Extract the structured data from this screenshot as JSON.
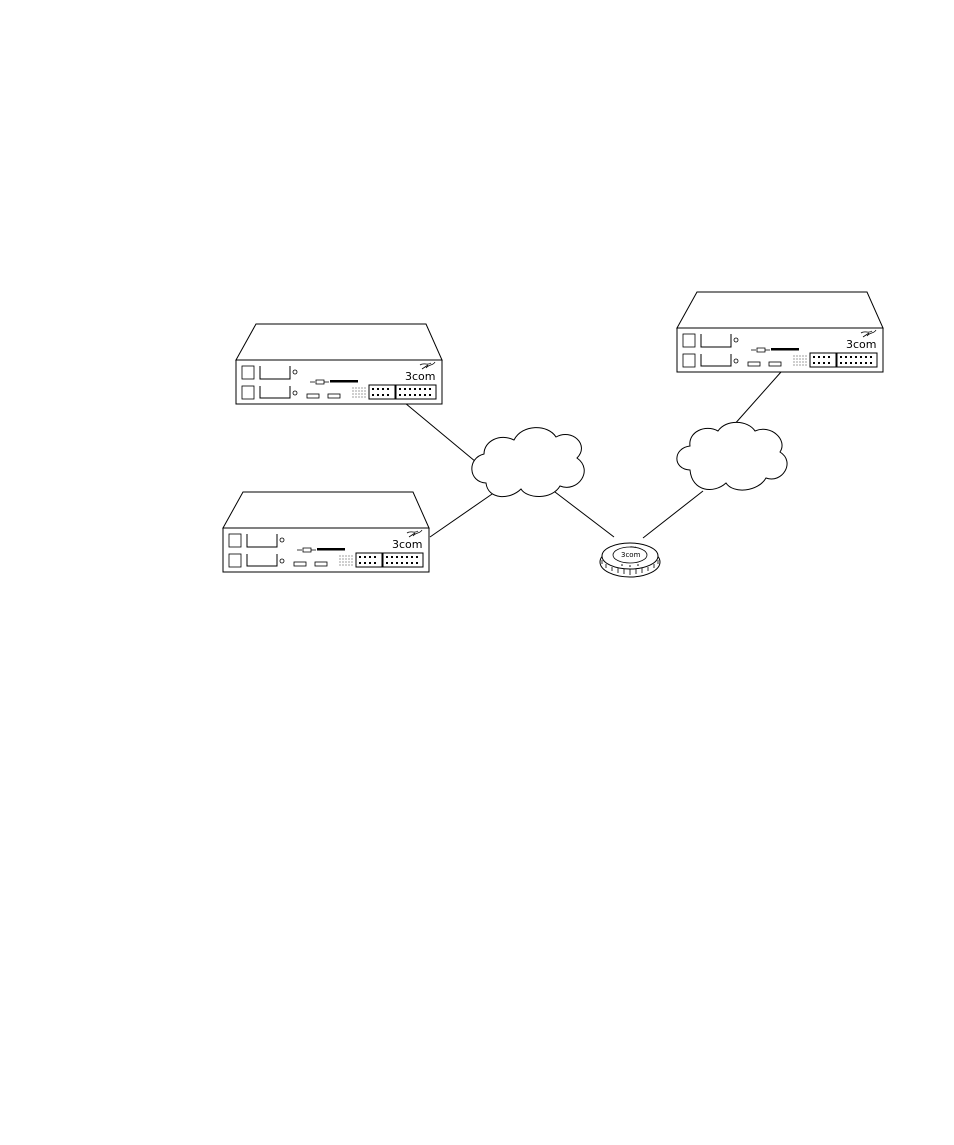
{
  "diagram": {
    "devices": [
      {
        "id": "router-top-left",
        "logo": "3com"
      },
      {
        "id": "router-bottom-left",
        "logo": "3com"
      },
      {
        "id": "router-top-right",
        "logo": "3com"
      }
    ],
    "access_point": {
      "id": "wireless-access-point",
      "logo": "3com"
    },
    "clouds": [
      {
        "id": "network-cloud-left"
      },
      {
        "id": "network-cloud-right"
      }
    ],
    "links": [
      {
        "from": "router-top-left",
        "to": "network-cloud-left"
      },
      {
        "from": "router-bottom-left",
        "to": "network-cloud-left"
      },
      {
        "from": "network-cloud-left",
        "to": "wireless-access-point"
      },
      {
        "from": "wireless-access-point",
        "to": "network-cloud-right"
      },
      {
        "from": "network-cloud-right",
        "to": "router-top-right"
      }
    ],
    "colors": {
      "line": "#000000",
      "background": "#ffffff"
    }
  }
}
